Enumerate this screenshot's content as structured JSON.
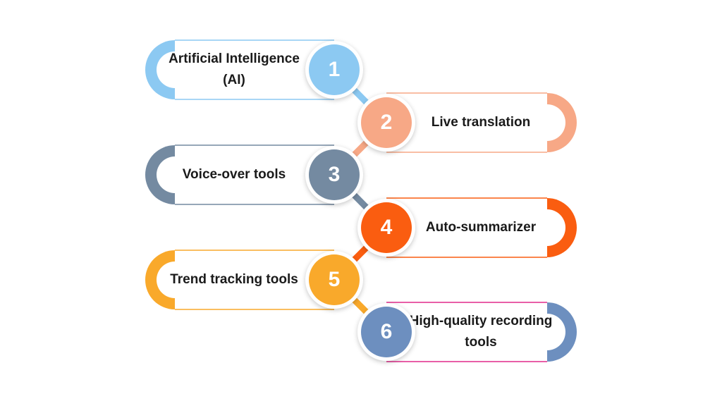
{
  "diagram": {
    "steps": [
      {
        "number": "1",
        "label": "Artificial Intelligence (AI)",
        "color": "#8cc9f2",
        "side": "left"
      },
      {
        "number": "2",
        "label": "Live translation",
        "color": "#f7a886",
        "side": "right"
      },
      {
        "number": "3",
        "label": "Voice-over tools",
        "color": "#748aa1",
        "side": "left"
      },
      {
        "number": "4",
        "label": "Auto-summarizer",
        "color": "#fa5d10",
        "side": "right"
      },
      {
        "number": "5",
        "label": "Trend tracking tools",
        "color": "#f9a92b",
        "side": "left"
      },
      {
        "number": "6",
        "label": "High-quality recording tools",
        "color": "#6d8fbf",
        "side": "right"
      }
    ],
    "step6_outline_color": "#e02a8a"
  }
}
